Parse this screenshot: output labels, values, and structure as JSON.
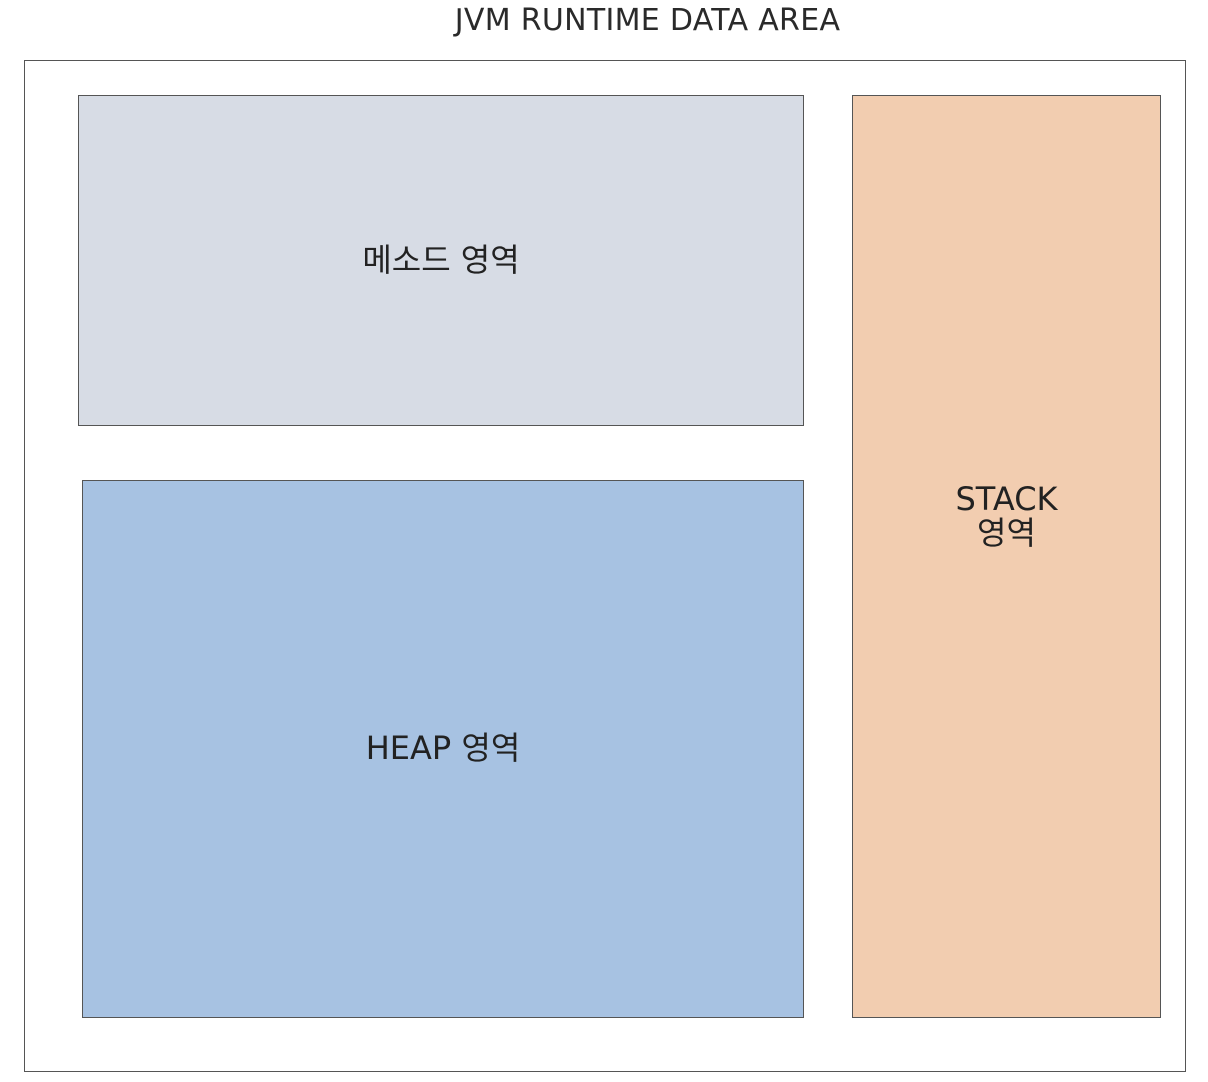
{
  "title": "JVM RUNTIME DATA AREA",
  "regions": {
    "method": {
      "label": "메소드 영역",
      "color": "#d7dce5"
    },
    "heap": {
      "label": "HEAP 영역",
      "color": "#a7c2e2"
    },
    "stack": {
      "label_line1": "STACK",
      "label_line2": "영역",
      "color": "#f2cdb0"
    }
  },
  "colors": {
    "border": "#555555",
    "background": "#ffffff"
  }
}
